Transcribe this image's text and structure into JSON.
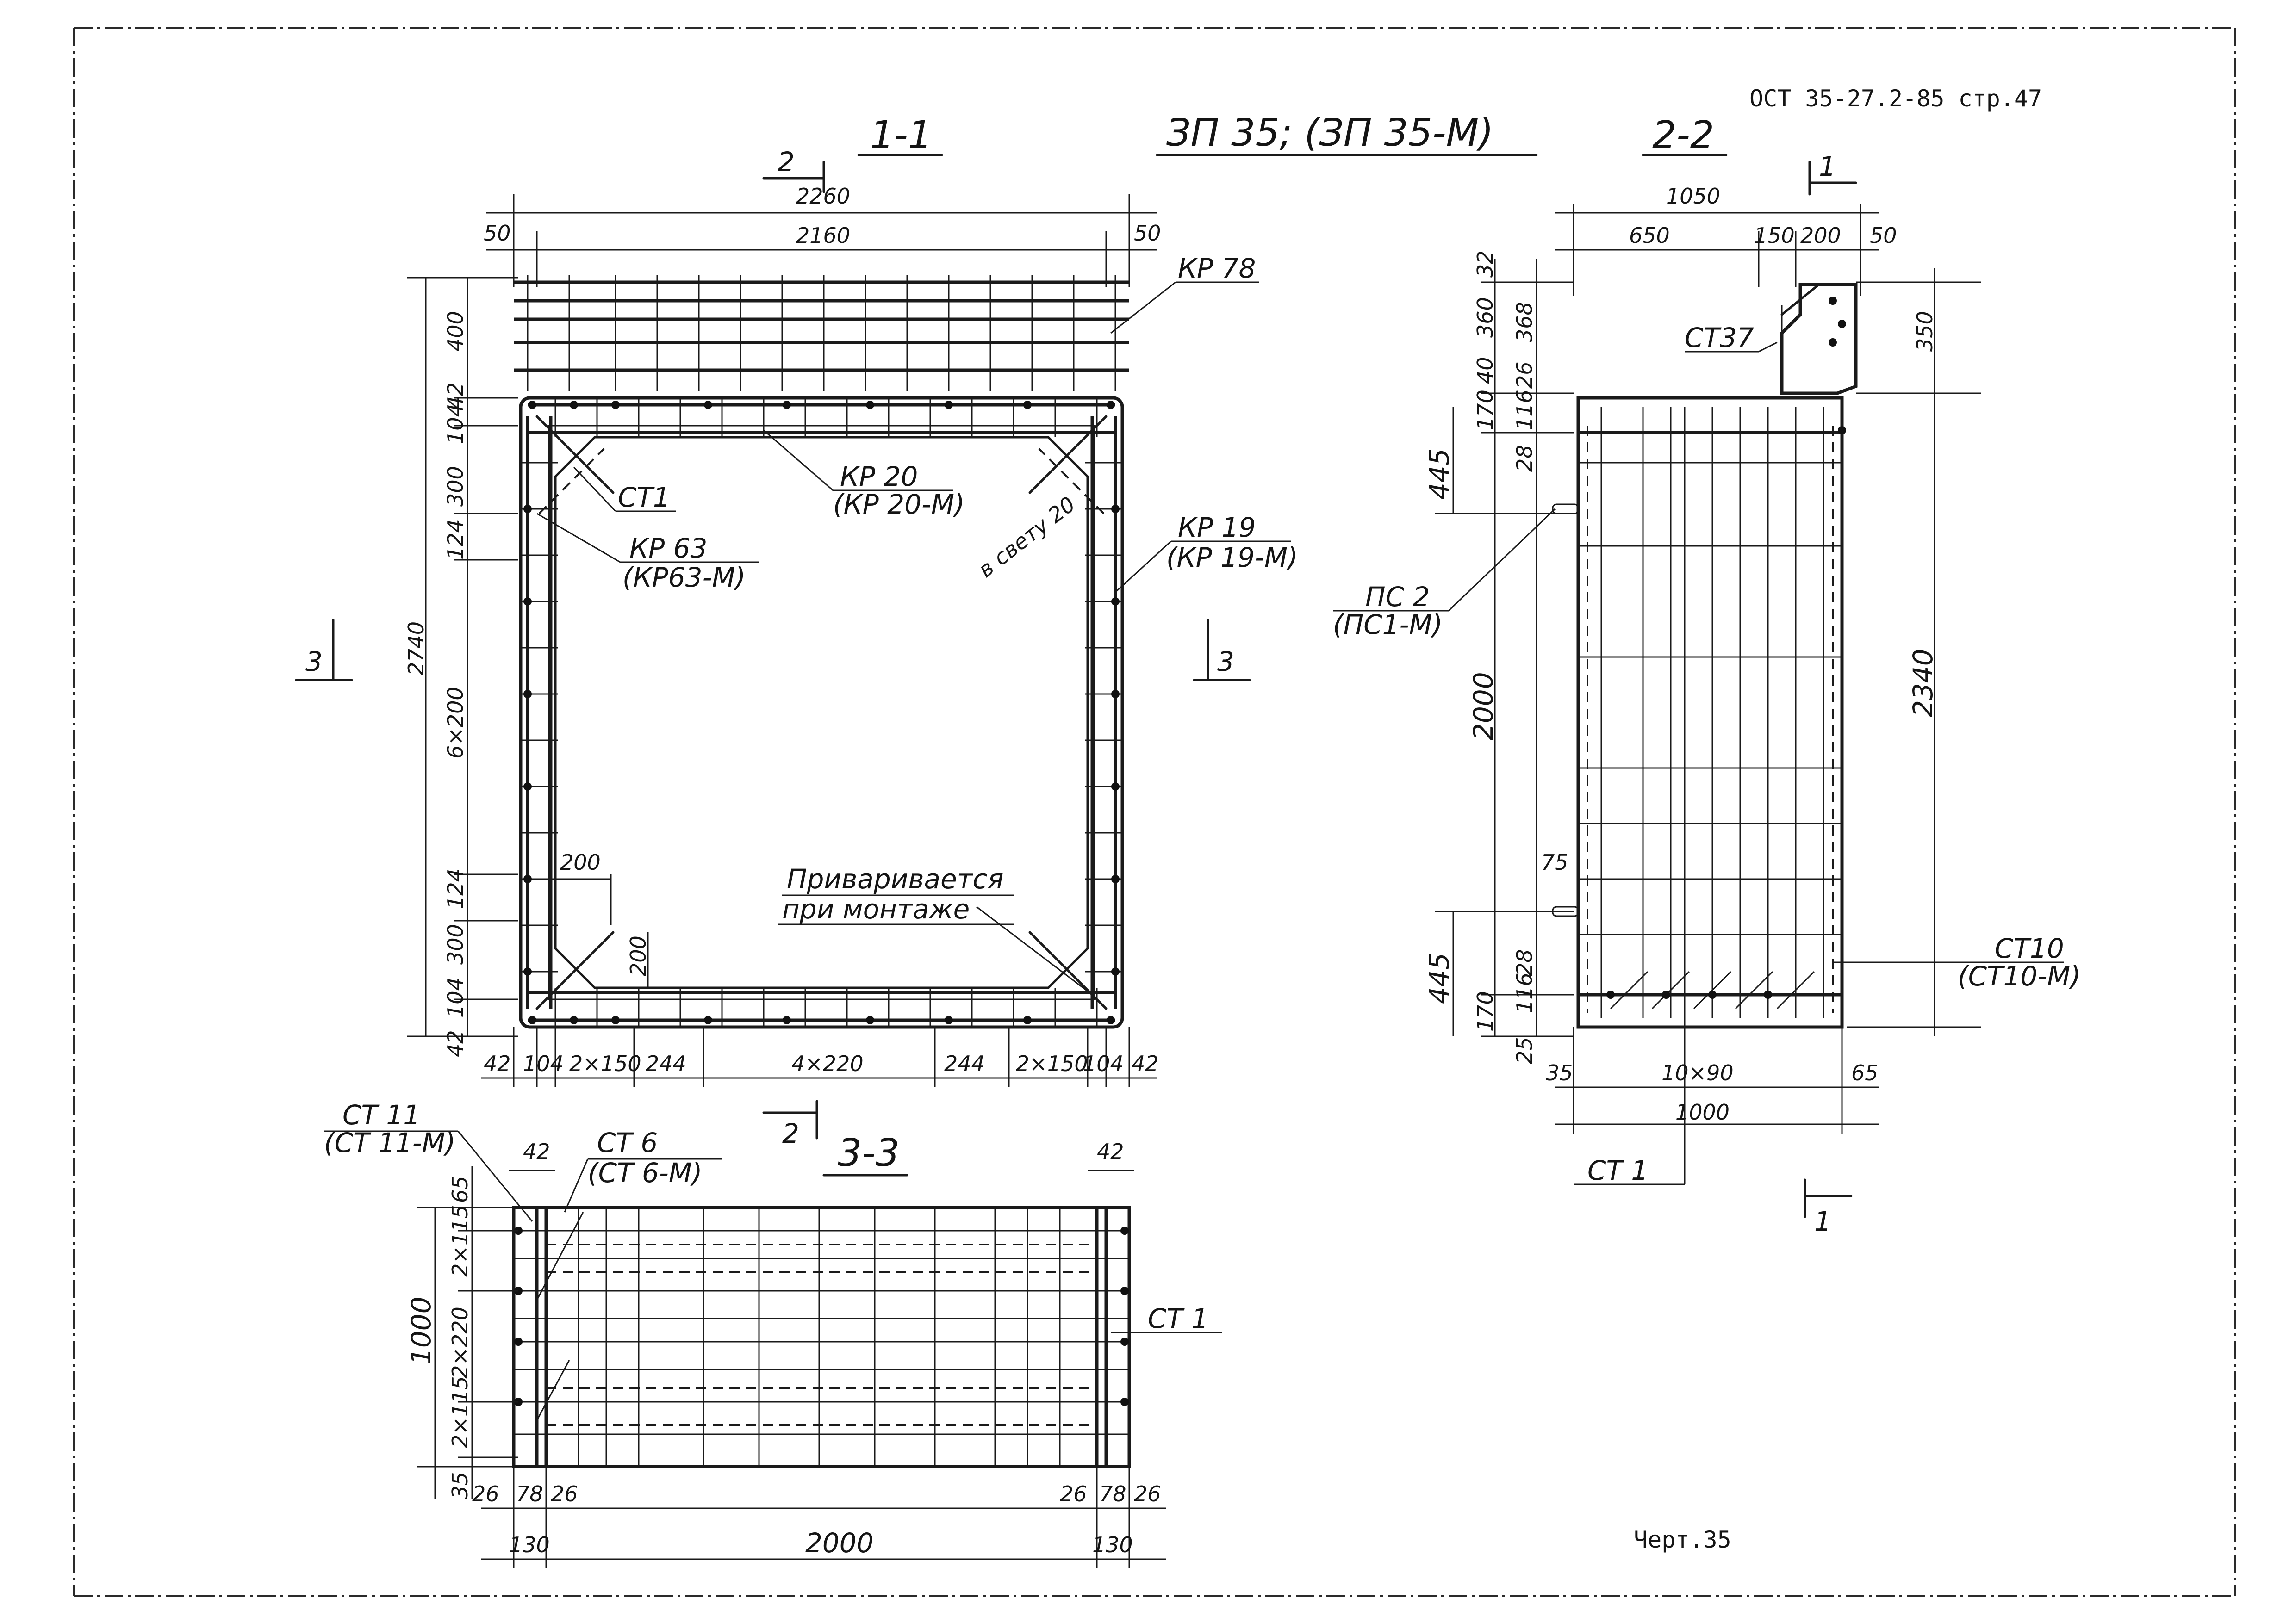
{
  "header": {
    "standard_ref": "ОСТ 35-27.2-85 стр.47",
    "title": "ЗП 35; (ЗП 35-М)",
    "footer": "Черт.35"
  },
  "sections": {
    "s11": "1-1",
    "s22": "2-2",
    "s33": "3-3"
  },
  "cut_marks": {
    "two_top": "2",
    "two_bottom": "2",
    "three_left": "3",
    "three_right": "3",
    "one_top": "1",
    "one_bottom": "1"
  },
  "labels": {
    "kr78": "КР 78",
    "kr20": "КР 20",
    "kr20m": "(КР 20-М)",
    "st1": "СТ1",
    "kr63": "КР 63",
    "kr63m": "(КР63-М)",
    "kr19": "КР 19",
    "kr19m": "(КР 19-М)",
    "v_svetu": "в свету 20",
    "privarivaetsya": "Приваривается",
    "pri_montazhe": "при монтаже",
    "st37": "СТ37",
    "ps2": "ПС 2",
    "ps1m": "(ПС1-М)",
    "st10": "СТ10",
    "st10m": "(СТ10-М)",
    "st1_b": "СТ 1",
    "st11": "СТ 11",
    "st11m": "(СТ 11-М)",
    "st6": "СТ 6",
    "st6m": "(СТ 6-М)",
    "st1_c": "СТ 1"
  },
  "dims_11": {
    "d2260": "2260",
    "d2160": "2160",
    "d50l": "50",
    "d50r": "50",
    "d2740": "2740",
    "d400": "400",
    "d42t": "42",
    "d104t": "104",
    "d300t": "300",
    "d124t": "124",
    "d6x200": "6×200",
    "d124b": "124",
    "d300b": "300",
    "d104b": "104",
    "d42b": "42",
    "b42l": "42",
    "b104l": "104",
    "b2x150l": "2×150",
    "b244l": "244",
    "b4x220": "4×220",
    "b244r": "244",
    "b2x150r": "2×150",
    "b104r": "104",
    "b42r": "42",
    "i200a": "200",
    "i200b": "200"
  },
  "dims_22": {
    "d1050": "1050",
    "d650": "650",
    "d150": "150",
    "d200": "200",
    "d50": "50",
    "d32": "32",
    "d360": "360",
    "d368": "368",
    "d40": "40",
    "d26": "26",
    "d170t": "170",
    "d116t": "116",
    "d28t": "28",
    "d445t": "445",
    "d350": "350",
    "d2000": "2000",
    "d2340": "2340",
    "d75": "75",
    "d445b": "445",
    "d170b": "170",
    "d116b": "116",
    "d28b": "28",
    "d25": "25",
    "d35": "35",
    "d10x90": "10×90",
    "d65": "65",
    "d1000": "1000"
  },
  "dims_33": {
    "d42l": "42",
    "d42r": "42",
    "d65": "65",
    "d2x115a": "2×115",
    "d2x220": "2×220",
    "d2x115b": "2×115",
    "d35": "35",
    "d1000": "1000",
    "d26a": "26",
    "d78a": "78",
    "d26b": "26",
    "d26c": "26",
    "d78b": "78",
    "d26d": "26",
    "d130l": "130",
    "d2000": "2000",
    "d130r": "130"
  }
}
